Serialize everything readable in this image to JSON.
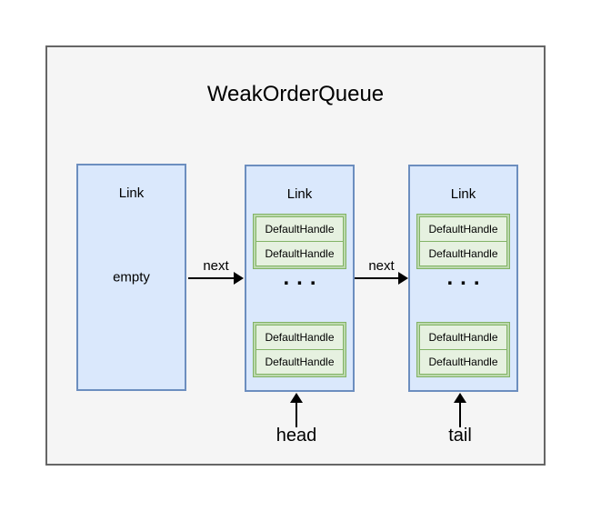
{
  "title": "WeakOrderQueue",
  "links": {
    "first": {
      "label": "Link",
      "content": "empty"
    },
    "middle": {
      "label": "Link"
    },
    "last": {
      "label": "Link"
    }
  },
  "handle_label": "DefaultHandle",
  "ellipsis": "...",
  "arrows": {
    "next1": "next",
    "next2": "next",
    "head": "head",
    "tail": "tail"
  },
  "colors": {
    "page_background": "#ffffff",
    "panel_fill": "#f5f5f5",
    "panel_border": "#666666",
    "link_fill": "#dae8fc",
    "link_border": "#6c8ebf",
    "handle_group_fill": "#bcd9ae",
    "handle_cell_fill": "#e6f1e0",
    "handle_border": "#82b366",
    "arrow_color": "#000000",
    "text_color": "#000000"
  }
}
